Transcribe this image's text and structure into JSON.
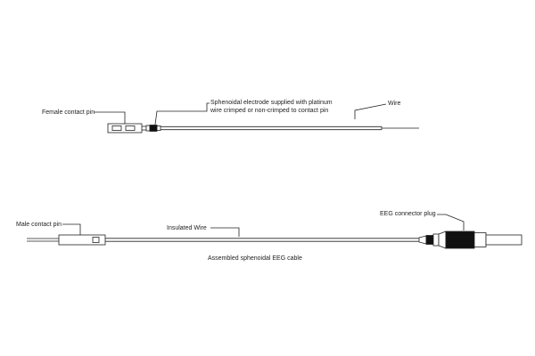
{
  "labels": {
    "female_contact_pin": "Female contact pin",
    "sphenoidal_electrode": "Sphenoidal electrode supplied with platinum\nwire crimped or non-crimped to contact pin",
    "wire": "Wire",
    "male_contact_pin": "Male contact pin",
    "insulated_wire": "Insulated Wire",
    "eeg_connector_plug": "EEG connector plug",
    "assembled_cable": "Assembled sphenoidal EEG cable"
  },
  "colors": {
    "stroke": "#222222",
    "fill_dark": "#111111",
    "background": "#ffffff"
  }
}
